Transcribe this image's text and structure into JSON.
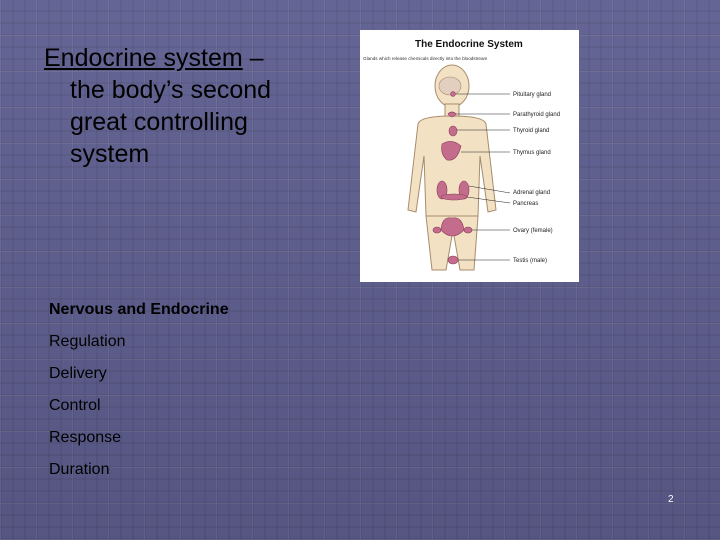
{
  "slide": {
    "title_underlined": "Endocrine system",
    "title_rest": " –",
    "title_lines": [
      "the body’s second",
      "great controlling",
      "system"
    ],
    "figure": {
      "title": "The Endocrine System",
      "subtitle": "Glands which release chemicals directly into the bloodstream",
      "labels": [
        "Pituitary gland",
        "Parathyroid gland",
        "Thyroid gland",
        "Thymus gland",
        "Adrenal gland",
        "Pancreas",
        "Ovary (female)",
        "Testis (male)"
      ]
    },
    "section_heading": "Nervous and Endocrine",
    "items": [
      "Regulation",
      "Delivery",
      "Control",
      "Response",
      "Duration"
    ],
    "page_number": "2"
  },
  "colors": {
    "background": "#5f5f91",
    "organ": "#c46c8c",
    "skin": "#f3e1c4"
  }
}
